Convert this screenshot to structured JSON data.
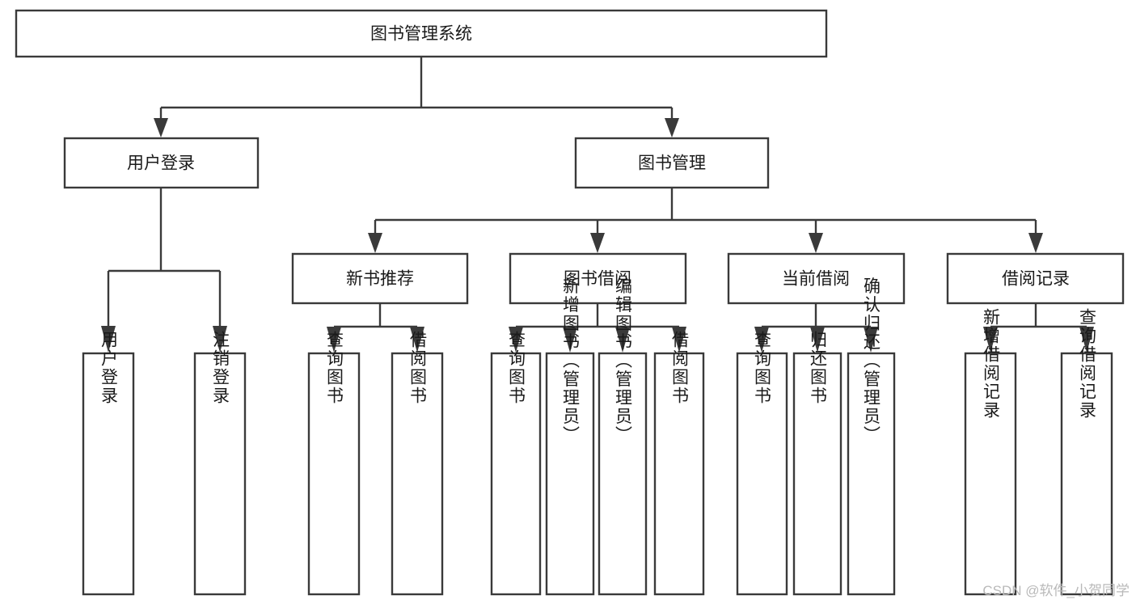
{
  "diagram": {
    "title": "图书管理系统",
    "type": "tree",
    "watermark": "CSDN @软件_小贺同学",
    "root": {
      "id": "root",
      "label": "图书管理系统"
    },
    "level2": [
      {
        "id": "user-login",
        "label": "用户登录"
      },
      {
        "id": "book-management",
        "label": "图书管理"
      }
    ],
    "level3": [
      {
        "id": "new-book-recommend",
        "label": "新书推荐",
        "parent": "book-management"
      },
      {
        "id": "book-borrow",
        "label": "图书借阅",
        "parent": "book-management"
      },
      {
        "id": "current-borrow",
        "label": "当前借阅",
        "parent": "book-management"
      },
      {
        "id": "borrow-record",
        "label": "借阅记录",
        "parent": "book-management"
      }
    ],
    "leaves": {
      "user-login": [
        {
          "id": "leaf-user-login",
          "label": "用户登录"
        },
        {
          "id": "leaf-logout-login",
          "label": "注销登录"
        }
      ],
      "new-book-recommend": [
        {
          "id": "leaf-query-book-1",
          "label": "查询图书"
        },
        {
          "id": "leaf-borrow-book-1",
          "label": "借阅图书"
        }
      ],
      "book-borrow": [
        {
          "id": "leaf-query-book-2",
          "label": "查询图书"
        },
        {
          "id": "leaf-add-book",
          "label": "新增图书（管理员）"
        },
        {
          "id": "leaf-edit-book",
          "label": "编辑图书（管理员）"
        },
        {
          "id": "leaf-borrow-book-2",
          "label": "借阅图书"
        }
      ],
      "current-borrow": [
        {
          "id": "leaf-query-book-3",
          "label": "查询图书"
        },
        {
          "id": "leaf-return-book",
          "label": "归还图书"
        },
        {
          "id": "leaf-confirm-return",
          "label": "确认归还（管理员）"
        }
      ],
      "borrow-record": [
        {
          "id": "leaf-add-record",
          "label": "新增借阅记录"
        },
        {
          "id": "leaf-query-record",
          "label": "查询借阅记录"
        }
      ]
    },
    "colors": {
      "stroke": "#3a3a3a",
      "fill": "#ffffff",
      "text": "#1a1a1a",
      "watermark": "#b9b9b9",
      "background": "#ffffff"
    }
  }
}
